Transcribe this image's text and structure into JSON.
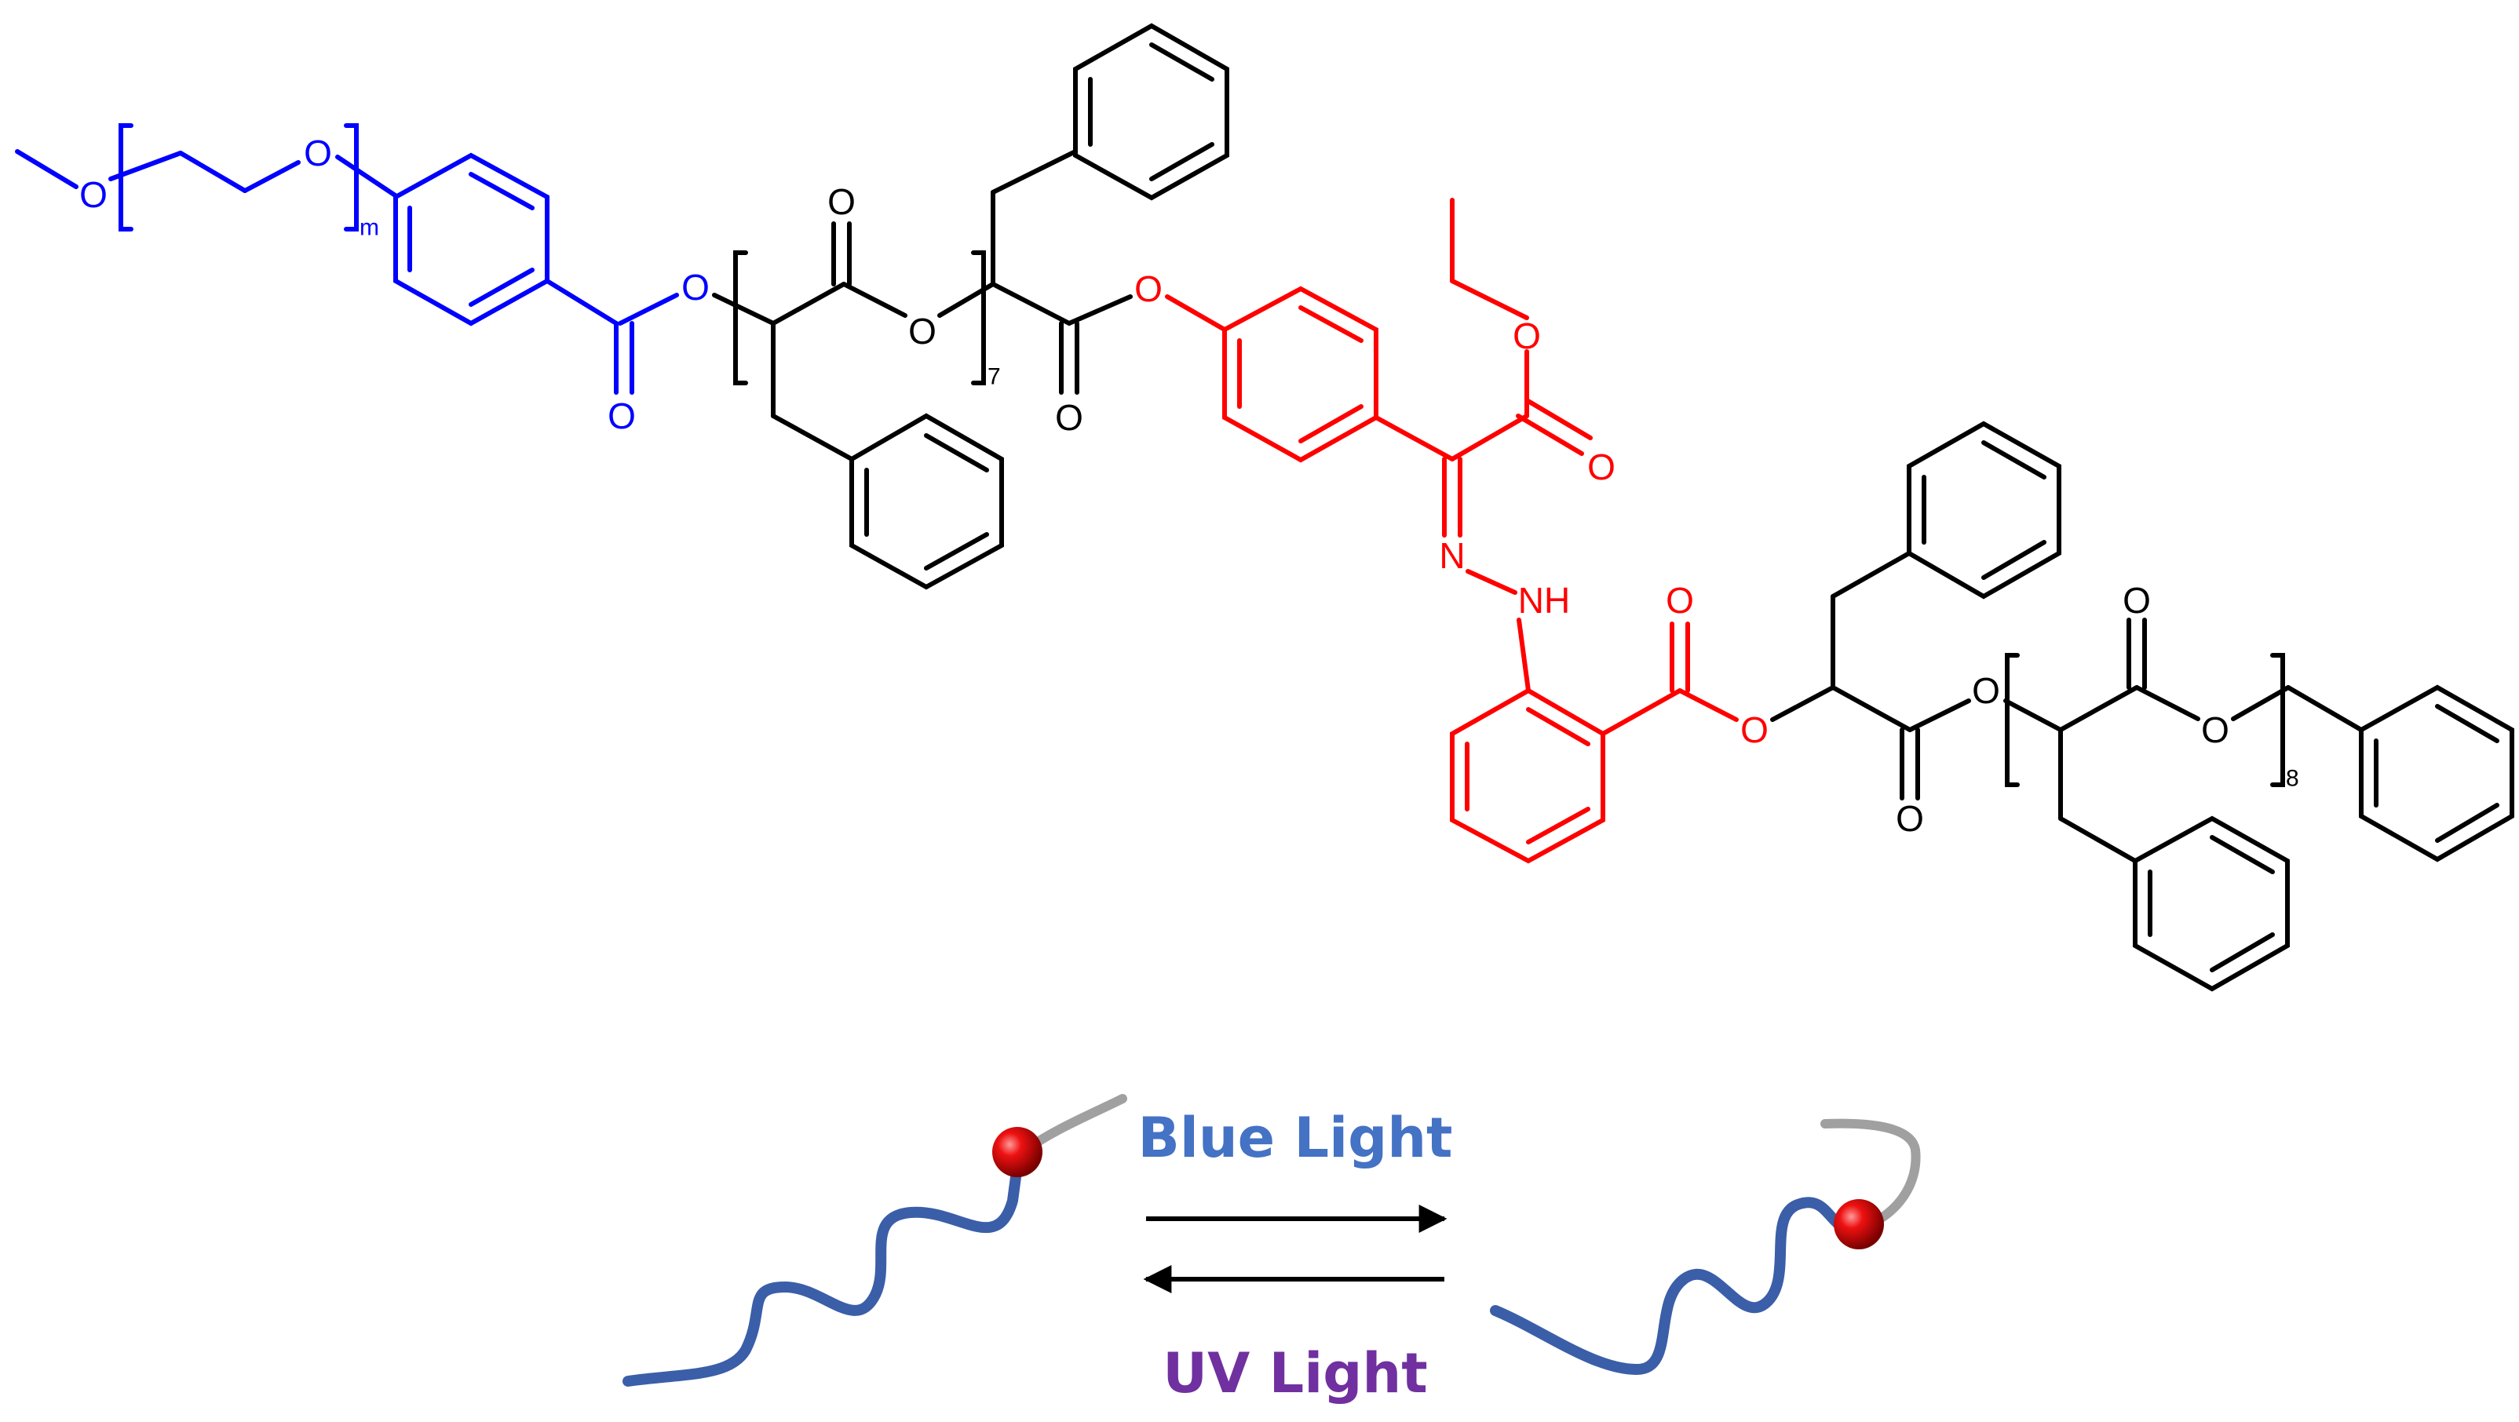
{
  "structure": {
    "atoms": {
      "o_methoxy": "O",
      "o_peg": "O",
      "peg_repeat": "m",
      "o_ester_blue": "O",
      "o_carbonyl_blue": "O",
      "o_carbonyl_repeat1": "O",
      "o_ester_repeat1": "O",
      "repeat1_count": "7",
      "o_carbonyl_black": "O",
      "o_phenoxy": "O",
      "o_ethyl_ester": "O",
      "o_carbonyl_ethyl": "O",
      "n_imine": "N",
      "nh_hydrazone": "NH",
      "o_carbonyl_red": "O",
      "o_ester_red": "O",
      "o_ester_mid": "O",
      "o_carbonyl_mid": "O",
      "o_carbonyl_repeat2": "O",
      "o_ester_repeat2": "O",
      "repeat2_count": "8"
    },
    "colors": {
      "peg_block": "#0000ff",
      "hydrazone_switch": "#ff0000",
      "backbone": "#000000"
    }
  },
  "scheme": {
    "forward_label": "Blue Light",
    "reverse_label": "UV Light",
    "colors": {
      "forward_label": "#4472c4",
      "reverse_label": "#7030a0",
      "chain": "#3b5ea8",
      "chain_end": "#a0a0a0",
      "switch_bead": "#e00000"
    }
  }
}
